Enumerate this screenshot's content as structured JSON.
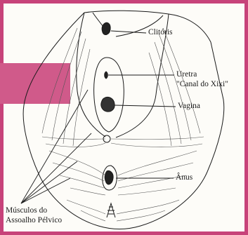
{
  "labels": {
    "clitoris": "Clitóris",
    "uretra_line1": "Uretra",
    "uretra_line2": "\"Canal do Xixi\"",
    "vagina": "Vagina",
    "anus": "Ânus",
    "musculos_line1": "Músculos do",
    "musculos_line2": "Assoalho Pélvico"
  },
  "colors": {
    "frame_accent": "#c7437a",
    "ink": "#1a1a1a",
    "paper": "#fdfcf8"
  }
}
